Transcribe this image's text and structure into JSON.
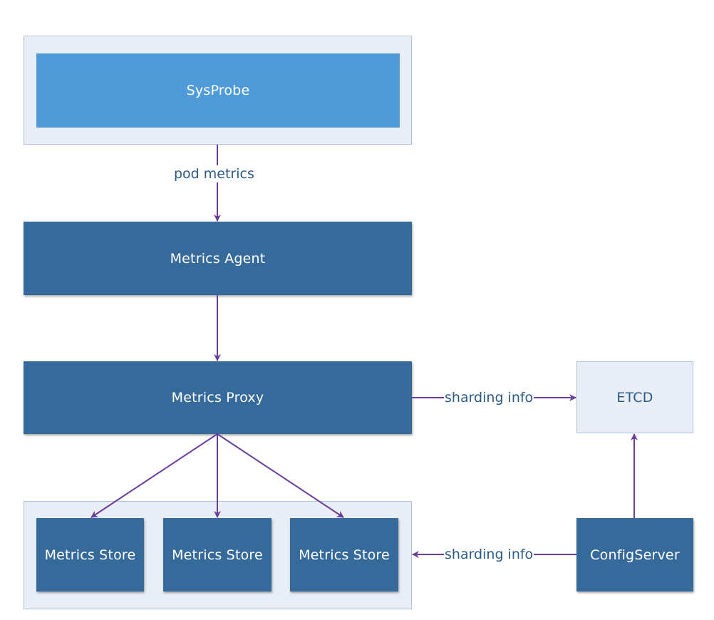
{
  "nodes": {
    "sysprobe": "SysProbe",
    "metrics_agent": "Metrics Agent",
    "metrics_proxy": "Metrics Proxy",
    "etcd": "ETCD",
    "metrics_store_1": "Metrics Store",
    "metrics_store_2": "Metrics Store",
    "metrics_store_3": "Metrics Store",
    "config_server": "ConfigServer"
  },
  "edges": {
    "pod_metrics": "pod metrics",
    "proxy_to_etcd": "sharding info",
    "config_to_stores": "sharding info"
  },
  "colors": {
    "node_dark": "#366a9b",
    "node_light": "#4f9ad8",
    "container": "#e9eef6",
    "arrow": "#6a3d9a",
    "label_text": "#2c5a85"
  }
}
